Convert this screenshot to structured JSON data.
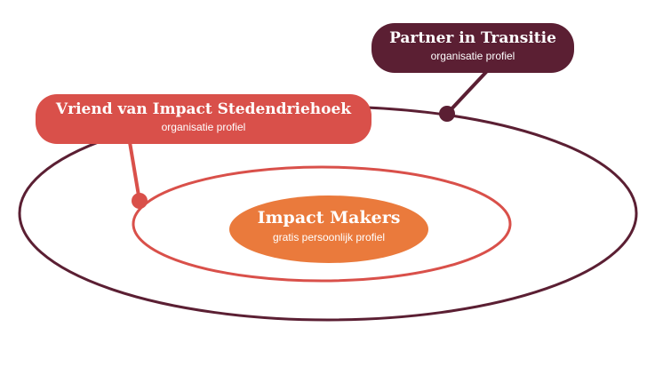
{
  "colors": {
    "outer": "#5b1f33",
    "middle": "#d9504a",
    "inner": "#ea7a3c",
    "text": "#ffffff"
  },
  "rings": {
    "outer": {
      "title": "Partner in Transitie",
      "subtitle": "organisatie profiel"
    },
    "middle": {
      "title": "Vriend van Impact Stedendriehoek",
      "subtitle": "organisatie profiel"
    },
    "inner": {
      "title": "Impact Makers",
      "subtitle": "gratis persoonlijk profiel"
    }
  }
}
